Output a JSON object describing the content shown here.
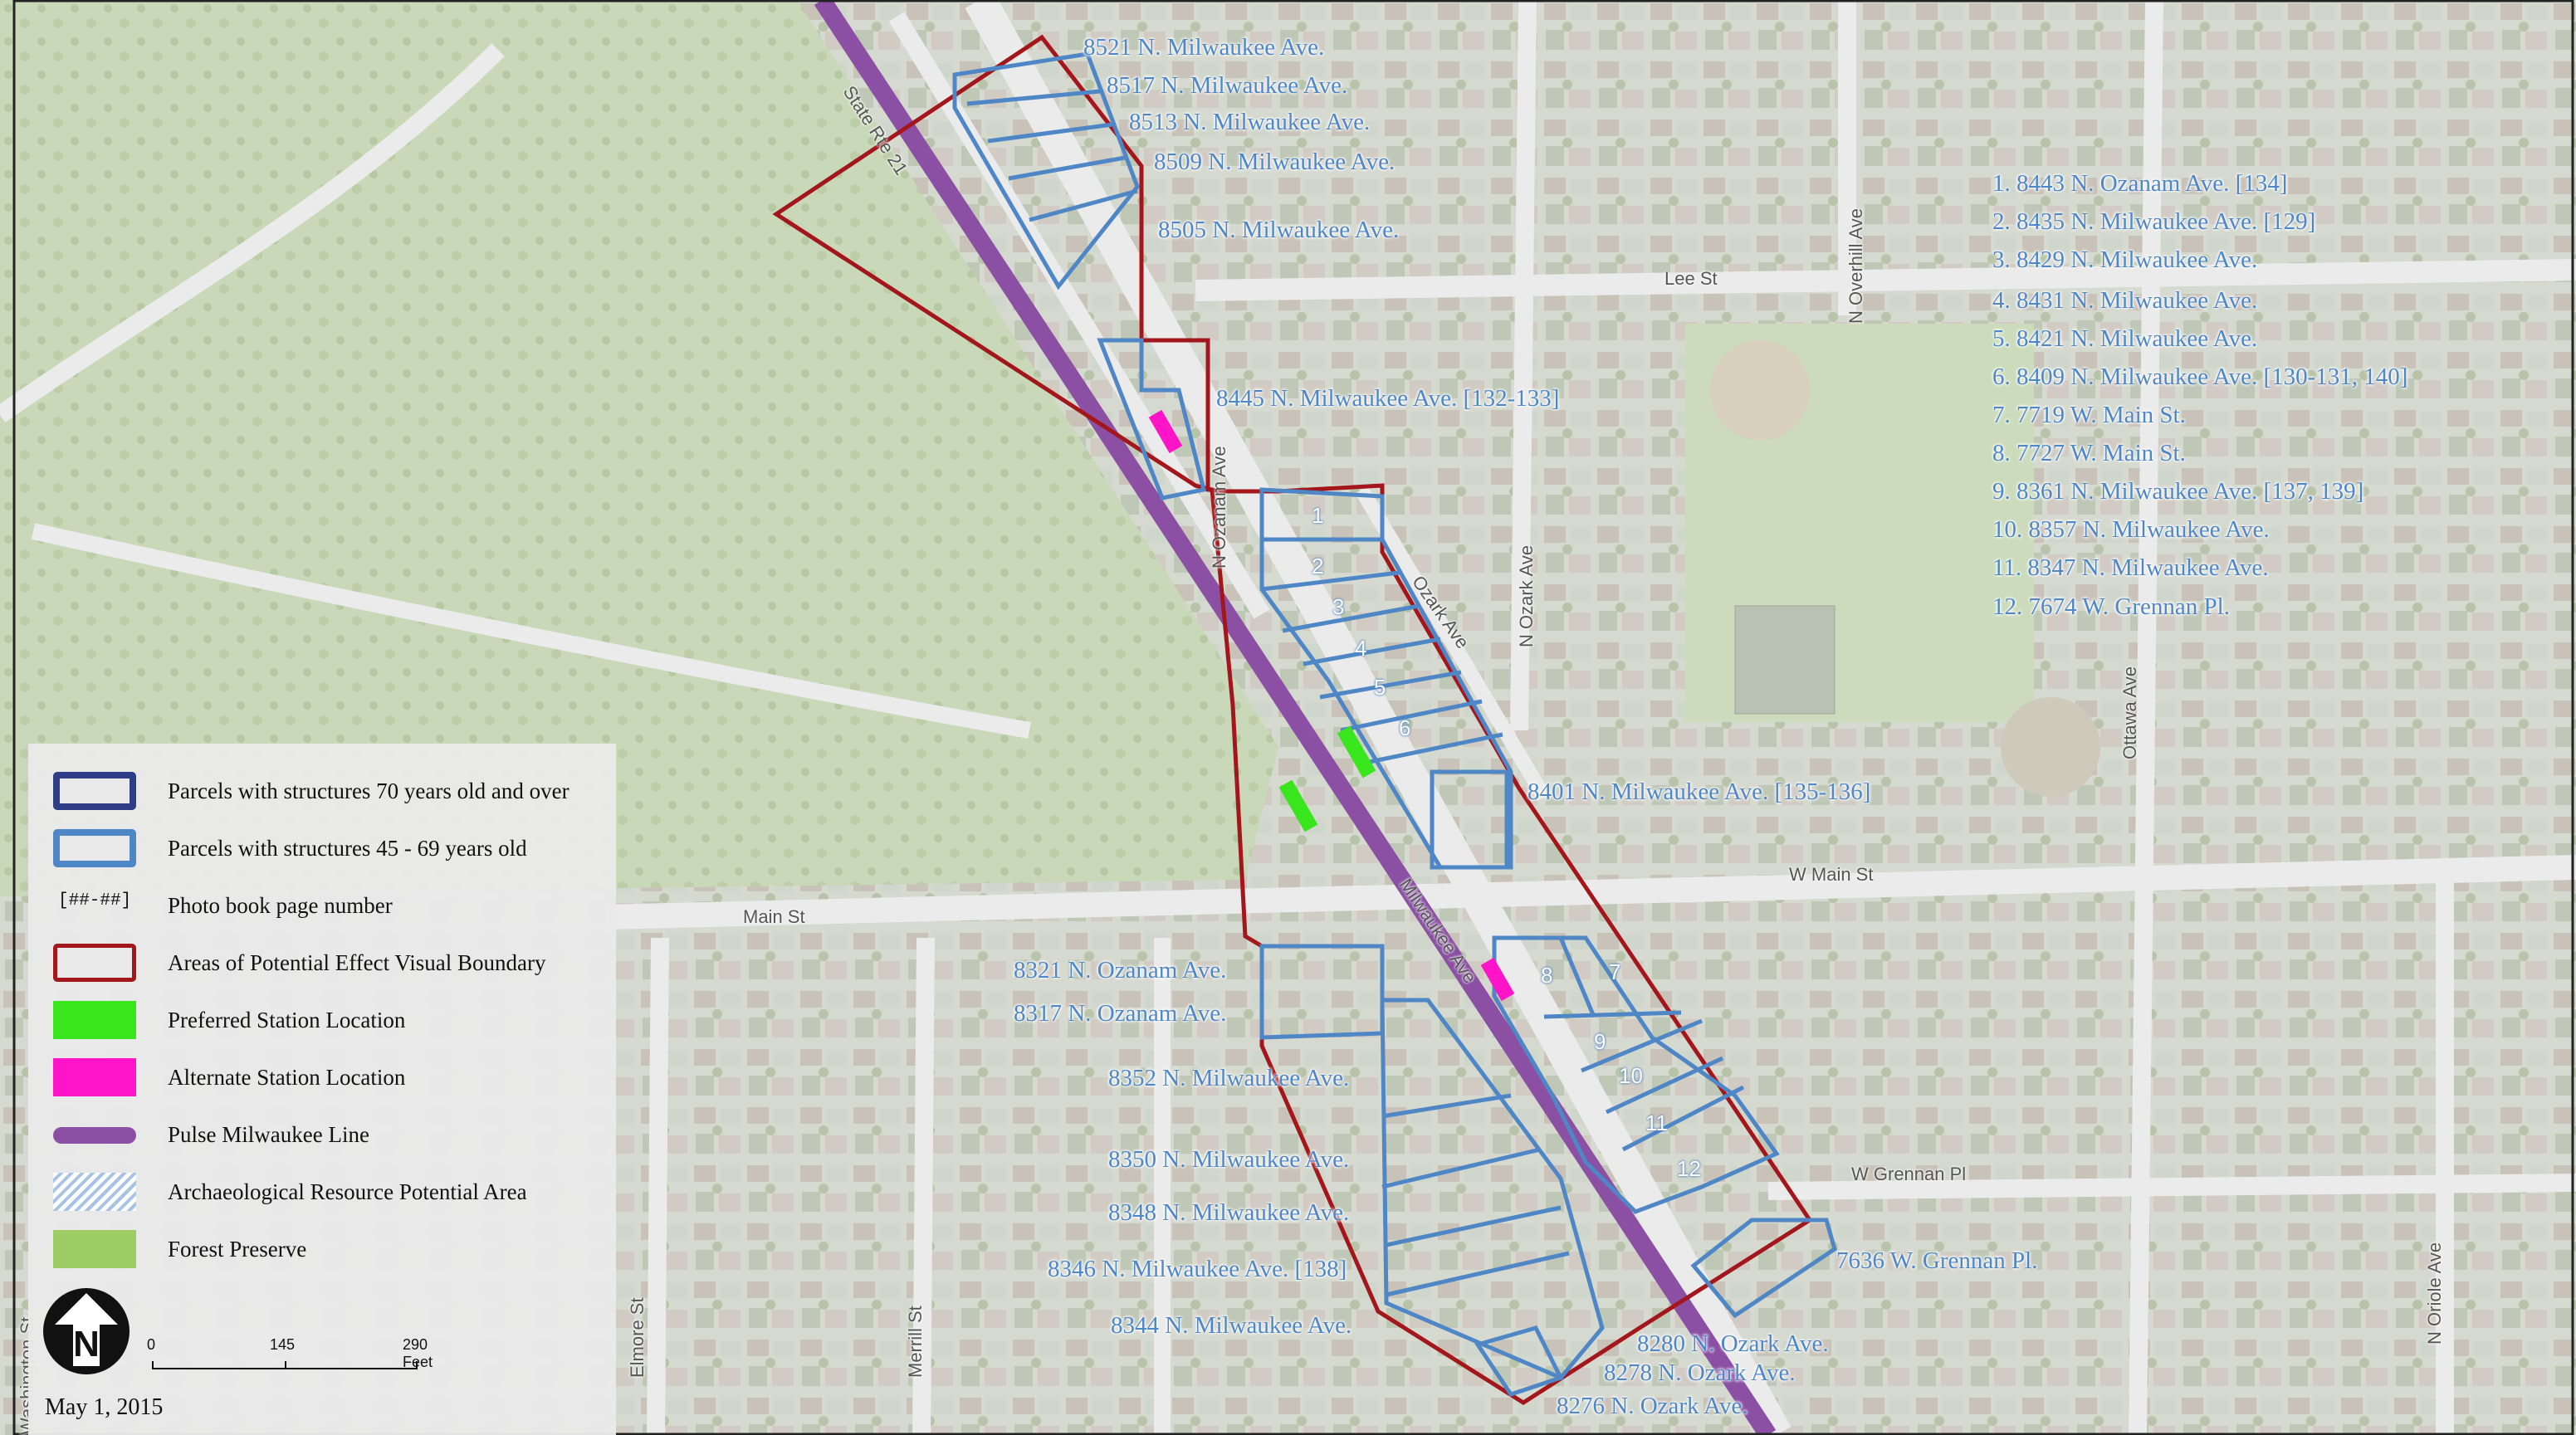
{
  "colors": {
    "boundary": "#a3161b",
    "parcel_70": "#2e3d86",
    "parcel_45": "#4f86c6",
    "preferred_station": "#39e51d",
    "alternate_station": "#ff14c8",
    "pulse_line": "#8b4fa4",
    "forest_preserve": "#9fcd65",
    "label": "#4f86c6"
  },
  "address_labels": [
    "8521 N. Milwaukee Ave.",
    "8517 N. Milwaukee Ave.",
    "8513 N. Milwaukee Ave.",
    "8509 N. Milwaukee Ave.",
    "8505 N. Milwaukee Ave.",
    "8445 N. Milwaukee Ave. [132-133]",
    "8401 N. Milwaukee Ave. [135-136]",
    "8321 N. Ozanam Ave.",
    "8317 N. Ozanam Ave.",
    "8352 N. Milwaukee Ave.",
    "8350 N. Milwaukee Ave.",
    "8348 N. Milwaukee Ave.",
    "8346 N. Milwaukee Ave. [138]",
    "8344 N. Milwaukee Ave.",
    "7636 W. Grennan Pl.",
    "8280 N. Ozark Ave.",
    "8278 N. Ozark Ave.",
    "8276 N. Ozark Ave."
  ],
  "numbered_list": [
    "1. 8443 N. Ozanam Ave. [134]",
    "2. 8435 N. Milwaukee Ave. [129]",
    "3. 8429 N. Milwaukee Ave.",
    "4. 8431 N. Milwaukee Ave.",
    "5. 8421 N. Milwaukee Ave.",
    "6. 8409 N. Milwaukee Ave. [130-131, 140]",
    "7. 7719 W. Main St.",
    "8. 7727 W. Main St.",
    "9. 8361 N. Milwaukee Ave. [137, 139]",
    "10. 8357 N. Milwaukee Ave.",
    "11. 8347 N. Milwaukee Ave.",
    "12. 7674 W. Grennan Pl."
  ],
  "parcel_numbers": [
    "1",
    "2",
    "3",
    "4",
    "5",
    "6",
    "7",
    "8",
    "9",
    "10",
    "11",
    "12"
  ],
  "streets": {
    "state_rte": "State Rte 21",
    "ozanam": "N Ozanam Ave",
    "ozark_ave": "Ozark Ave",
    "n_ozark": "N Ozark Ave",
    "overhill": "N Overhill Ave",
    "lee": "Lee St",
    "ottawa": "Ottawa Ave",
    "main_w": "W Main St",
    "main": "Main St",
    "milwaukee": "Milwaukee Ave",
    "grennan": "W Grennan Pl",
    "elmore": "Elmore St",
    "merrill": "Merrill St",
    "washington": "Washington St",
    "oriole": "N Oriole Ave"
  },
  "legend": {
    "items": [
      {
        "label": "Parcels with structures 70 years old and over",
        "symbol": "parcel-70"
      },
      {
        "label": "Parcels with structures 45 - 69 years old",
        "symbol": "parcel-45"
      },
      {
        "label": "Photo book page number",
        "symbol": "text",
        "symbol_text": "[##-##]"
      },
      {
        "label": "Areas of Potential Effect Visual Boundary",
        "symbol": "boundary"
      },
      {
        "label": "Preferred Station Location",
        "symbol": "preferred"
      },
      {
        "label": "Alternate Station Location",
        "symbol": "alternate"
      },
      {
        "label": "Pulse Milwaukee Line",
        "symbol": "line"
      },
      {
        "label": "Archaeological Resource Potential Area",
        "symbol": "hatch"
      },
      {
        "label": "Forest Preserve",
        "symbol": "forest"
      }
    ]
  },
  "north_arrow": "N",
  "scale_bar": {
    "labels": [
      "0",
      "145",
      "290 Feet"
    ]
  },
  "date": "May 1, 2015"
}
